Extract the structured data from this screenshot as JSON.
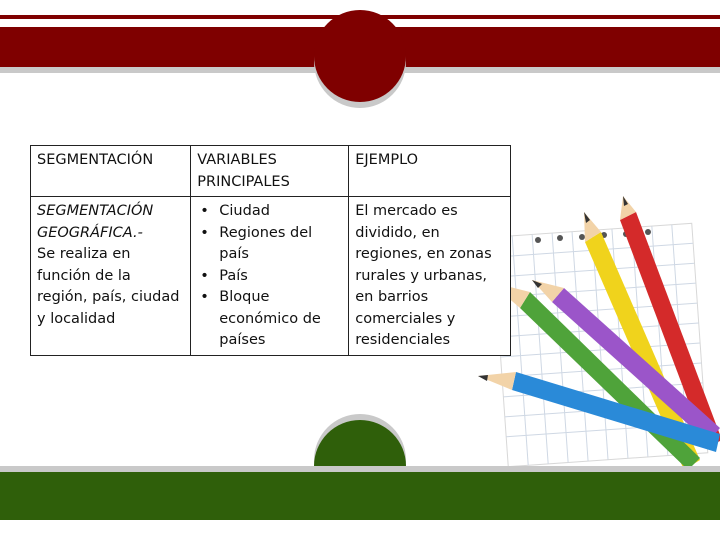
{
  "table": {
    "headers": [
      "SEGMENTACIÓN",
      "VARIABLES PRINCIPALES",
      "EJEMPLO"
    ],
    "row": {
      "segment_title_1": "SEGMENTACIÓN",
      "segment_title_2": "GEOGRÁFICA.-",
      "segment_desc": "Se realiza en función de la región, país, ciudad y localidad",
      "variables": [
        "Ciudad",
        "Regiones del país",
        "País",
        "Bloque económico de países"
      ],
      "example": "El mercado es dividido, en regiones, en zonas rurales y urbanas, en barrios comerciales y residenciales"
    }
  },
  "colors": {
    "top_band": "#7f0000",
    "bottom_band": "#2f5f0a",
    "band_shadow": "#c9c9c9"
  },
  "decoration": {
    "pencil_colors": [
      "#d42a2a",
      "#f0d31c",
      "#9b55c9",
      "#4fa33a",
      "#2a8ad8"
    ]
  }
}
